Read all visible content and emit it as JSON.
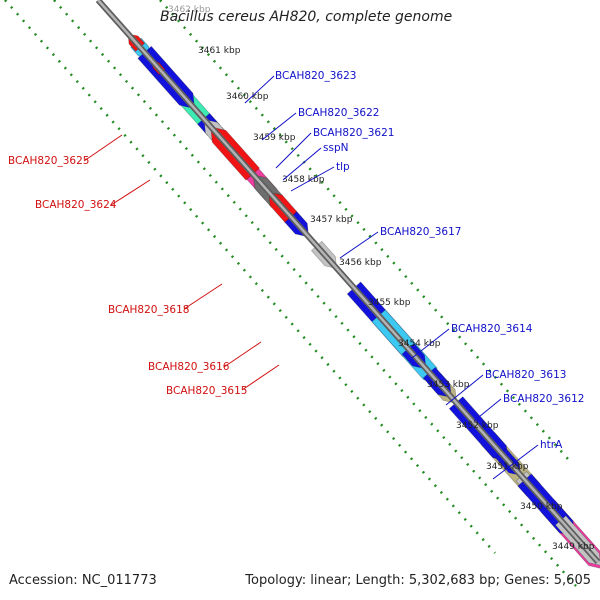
{
  "title": "Bacillus cereus AH820, complete genome",
  "accession": "Accession: NC_011773",
  "topology": "Topology: linear; Length: 5,302,683 bp; Genes: 5,605",
  "colors": {
    "backbone": "#8a8a8a",
    "tick": "#228b22",
    "forward_label": "#1010c8",
    "reverse_label": "#d01010",
    "blue": "#1212dc",
    "cyan": "#3cc8f0",
    "mint": "#3cebb4",
    "magenta": "#f03ca0",
    "red": "#f01414",
    "gray": "#c3c3c3",
    "darkgray": "#6e6e6e",
    "olive": "#bcb482"
  },
  "kbp_ticks": [
    {
      "label": "3462 kbp"
    },
    {
      "label": "3461 kbp"
    },
    {
      "label": "3460 kbp"
    },
    {
      "label": "3459 kbp"
    },
    {
      "label": "3458 kbp"
    },
    {
      "label": "3457 kbp"
    },
    {
      "label": "3456 kbp"
    },
    {
      "label": "3455 kbp"
    },
    {
      "label": "3454 kbp"
    },
    {
      "label": "3453 kbp"
    },
    {
      "label": "3452 kbp"
    },
    {
      "label": "3451 kbp"
    },
    {
      "label": "3450 kbp"
    },
    {
      "label": "3449 kbp"
    }
  ],
  "gene_labels_forward": [
    {
      "label": "BCAH820_3623"
    },
    {
      "label": "BCAH820_3622"
    },
    {
      "label": "BCAH820_3621"
    },
    {
      "label": "sspN"
    },
    {
      "label": "tlp"
    },
    {
      "label": "BCAH820_3617"
    },
    {
      "label": "BCAH820_3614"
    },
    {
      "label": "BCAH820_3613"
    },
    {
      "label": "BCAH820_3612"
    },
    {
      "label": "htrA"
    }
  ],
  "gene_labels_reverse": [
    {
      "label": "BCAH820_3625"
    },
    {
      "label": "BCAH820_3624"
    },
    {
      "label": "BCAH820_3618"
    },
    {
      "label": "BCAH820_3616"
    },
    {
      "label": "BCAH820_3615"
    }
  ]
}
